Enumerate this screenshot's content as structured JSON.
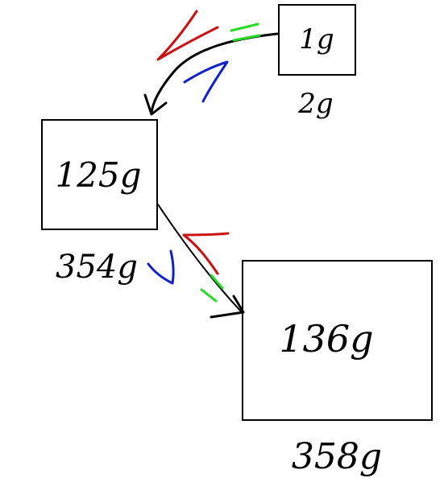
{
  "boxes": {
    "small": {
      "value": "1g",
      "sub": "2g"
    },
    "medium": {
      "value": "125g",
      "sub": "354g"
    },
    "large": {
      "value": "136g",
      "sub": "358g"
    }
  },
  "colors": {
    "ink": "#000000",
    "red": "#cc1111",
    "green": "#22dd22",
    "blue": "#1122cc"
  }
}
